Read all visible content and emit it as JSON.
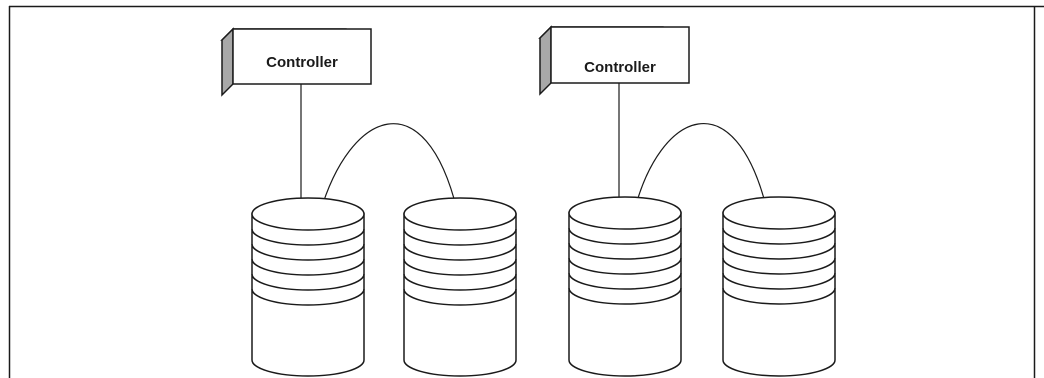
{
  "controllers": [
    {
      "label": "Controller"
    },
    {
      "label": "Controller"
    }
  ],
  "colors": {
    "line": "#1a1a1a",
    "side_face": "#a8a8a8",
    "fill": "#ffffff"
  },
  "disk_platter_count": 5
}
